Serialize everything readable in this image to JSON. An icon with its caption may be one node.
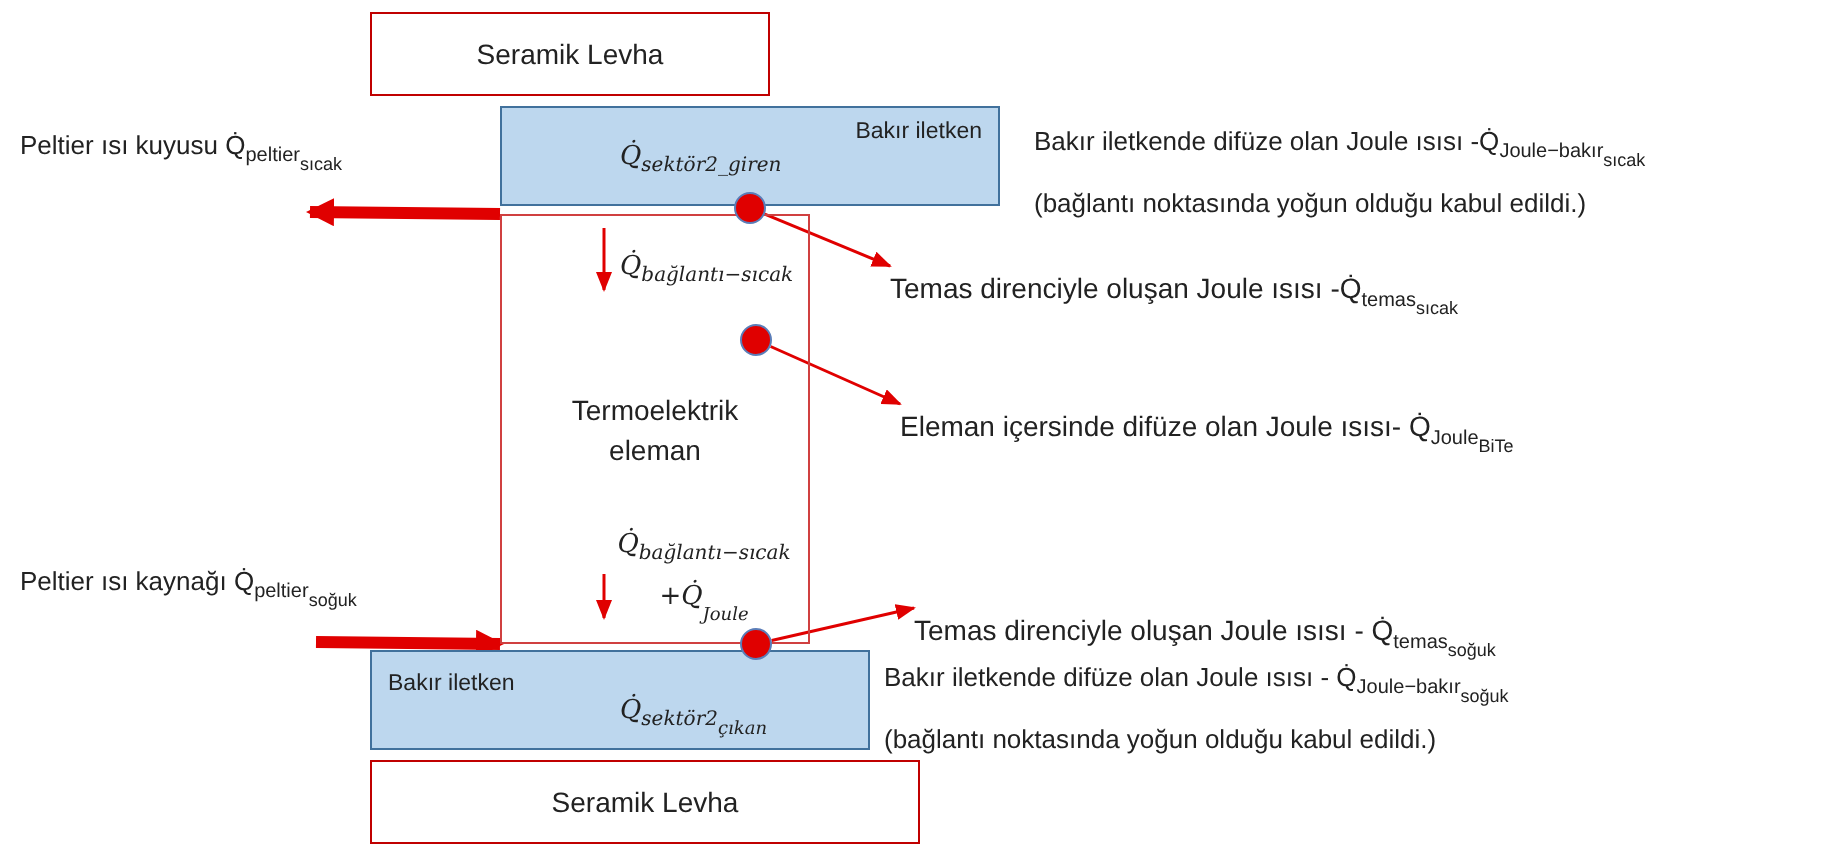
{
  "diagram": {
    "nodes": [
      {
        "text": [
          "Seramik Levha"
        ]
      },
      {
        "text": [
          "Bakır iletken"
        ]
      },
      {
        "text": [
          "Termoelektrik eleman"
        ]
      },
      {
        "text": [
          "Bakır iletken"
        ]
      },
      {
        "text": [
          "Seramik Levha"
        ]
      },
      {
        "text": [],
        "shape": "circle"
      },
      {
        "text": [],
        "shape": "circle",
        "in": 2
      },
      {
        "text": [],
        "shape": "circle"
      },
      {
        "text": [
          "Temas direnciyle oluşan Joule ısısı  -Q̇$_{temas}$$_{sıcak}$"
        ]
      },
      {
        "text": [
          "Eleman içersinde difüze olan Joule ısısı- Q̇$_{Joule}$$_{BiTe}$"
        ]
      },
      {
        "text": [
          "Temas direnciyle oluşan Joule ısısı  - Q̇$_{temas}$$_{soğuk}$"
        ]
      }
    ],
    "edges": [
      {
        "from": 5,
        "to": 8,
        "arrow": "to"
      },
      {
        "from": 6,
        "to": 9,
        "arrow": "to"
      },
      {
        "from": 7,
        "to": 10,
        "arrow": "to"
      },
      {
        "from": 2,
        "to": null,
        "arrow": "to",
        "style": "thick"
      },
      {
        "from": null,
        "to": 2,
        "arrow": "to",
        "style": "thick"
      }
    ],
    "labels": [
      "Peltier ısı kuyusu Q̇$_{peltier}$$_{sıcak}$",
      "Q̇$_{sektör2_giren}$",
      "Bakır iletkende difüze olan Joule ısısı -Q̇$_{Joule−bakır}$$_{sıcak}$ (bağlantı noktasında yoğun olduğu kabul edildi.)",
      "Q̇$_{bağlantı−sıcak}$",
      "Peltier ısı kaynağı Q̇$_{peltier}$$_{soğuk}$",
      "Q̇$_{bağlantı−sıcak}$ +Q̇$_{Joule}$",
      "Q̇$_{sektör2}$$_{çıkan}$",
      "Bakır iletkende difüze olan Joule ısısı - Q̇$_{Joule−bakır}$$_{soğuk}$ (bağlantı noktasında yoğun olduğu kabul edildi.)"
    ]
  }
}
